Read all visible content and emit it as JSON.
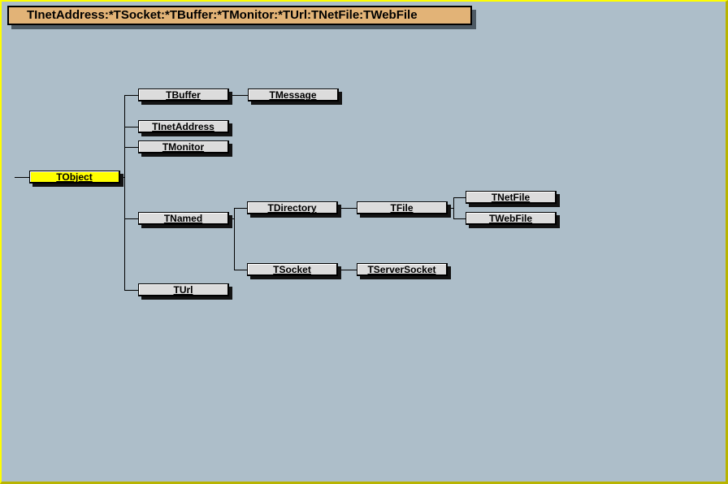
{
  "title": {
    "text": "TInetAddress:*TSocket:*TBuffer:*TMonitor:*TUrl:TNetFile:TWebFile"
  },
  "diagram": {
    "type": "class-hierarchy-tree",
    "root": "TObject",
    "highlighted_node": "TObject",
    "nodes": [
      {
        "id": "TObject",
        "label": "TObject",
        "parent": null,
        "highlighted": true
      },
      {
        "id": "TBuffer",
        "label": "TBuffer",
        "parent": "TObject",
        "highlighted": false
      },
      {
        "id": "TMessage",
        "label": "TMessage",
        "parent": "TBuffer",
        "highlighted": false
      },
      {
        "id": "TInetAddress",
        "label": "TInetAddress",
        "parent": "TObject",
        "highlighted": false
      },
      {
        "id": "TMonitor",
        "label": "TMonitor",
        "parent": "TObject",
        "highlighted": false
      },
      {
        "id": "TNamed",
        "label": "TNamed",
        "parent": "TObject",
        "highlighted": false
      },
      {
        "id": "TDirectory",
        "label": "TDirectory",
        "parent": "TNamed",
        "highlighted": false
      },
      {
        "id": "TFile",
        "label": "TFile",
        "parent": "TDirectory",
        "highlighted": false
      },
      {
        "id": "TNetFile",
        "label": "TNetFile",
        "parent": "TFile",
        "highlighted": false
      },
      {
        "id": "TWebFile",
        "label": "TWebFile",
        "parent": "TFile",
        "highlighted": false
      },
      {
        "id": "TSocket",
        "label": "TSocket",
        "parent": "TNamed",
        "highlighted": false
      },
      {
        "id": "TServerSocket",
        "label": "TServerSocket",
        "parent": "TSocket",
        "highlighted": false
      },
      {
        "id": "TUrl",
        "label": "TUrl",
        "parent": "TObject",
        "highlighted": false
      }
    ],
    "edges": [
      {
        "from": "TObject",
        "to": "TBuffer"
      },
      {
        "from": "TObject",
        "to": "TInetAddress"
      },
      {
        "from": "TObject",
        "to": "TMonitor"
      },
      {
        "from": "TObject",
        "to": "TNamed"
      },
      {
        "from": "TObject",
        "to": "TUrl"
      },
      {
        "from": "TBuffer",
        "to": "TMessage"
      },
      {
        "from": "TNamed",
        "to": "TDirectory"
      },
      {
        "from": "TNamed",
        "to": "TSocket"
      },
      {
        "from": "TDirectory",
        "to": "TFile"
      },
      {
        "from": "TFile",
        "to": "TNetFile"
      },
      {
        "from": "TFile",
        "to": "TWebFile"
      },
      {
        "from": "TSocket",
        "to": "TServerSocket"
      }
    ]
  },
  "colors": {
    "background": "#adbec9",
    "frame_light": "#ffff00",
    "frame_dark": "#b8b400",
    "title_fill": "#e2b377",
    "title_shadow": "#4d5a64",
    "node_fill": "#dcdcdc",
    "node_highlight_fill": "#ffff00",
    "node_shadow": "#131313",
    "line": "#000000",
    "text": "#000000"
  }
}
